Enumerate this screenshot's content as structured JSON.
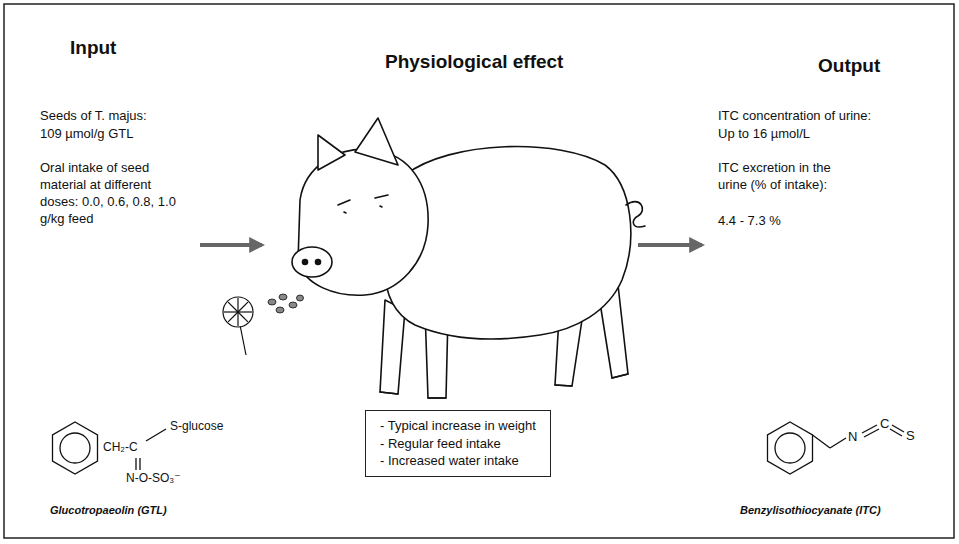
{
  "diagram": {
    "nodes": [
      {
        "text": [
          "- Typical increase in weight",
          "- Regular feed intake",
          "- Increased water intake"
        ]
      }
    ],
    "labels": [
      "Input",
      "Physiological effect",
      "Output",
      "Seeds of T. majus:",
      "109 µmol/g GTL",
      "Oral intake of seed material at different doses: 0.0, 0.6, 0.8, 1.0 g/kg feed",
      "ITC concentration of urine:",
      "Up to 16 µmol/L",
      "ITC excretion in the urine (% of intake):",
      "4.4 - 7.3 %",
      "S-glucose",
      "CH₂-C",
      "N-O-SO₃⁻",
      "Glucotropaeolin (GTL)",
      "N",
      "C",
      "S",
      "Benzylisothiocyanate (ITC)"
    ]
  }
}
